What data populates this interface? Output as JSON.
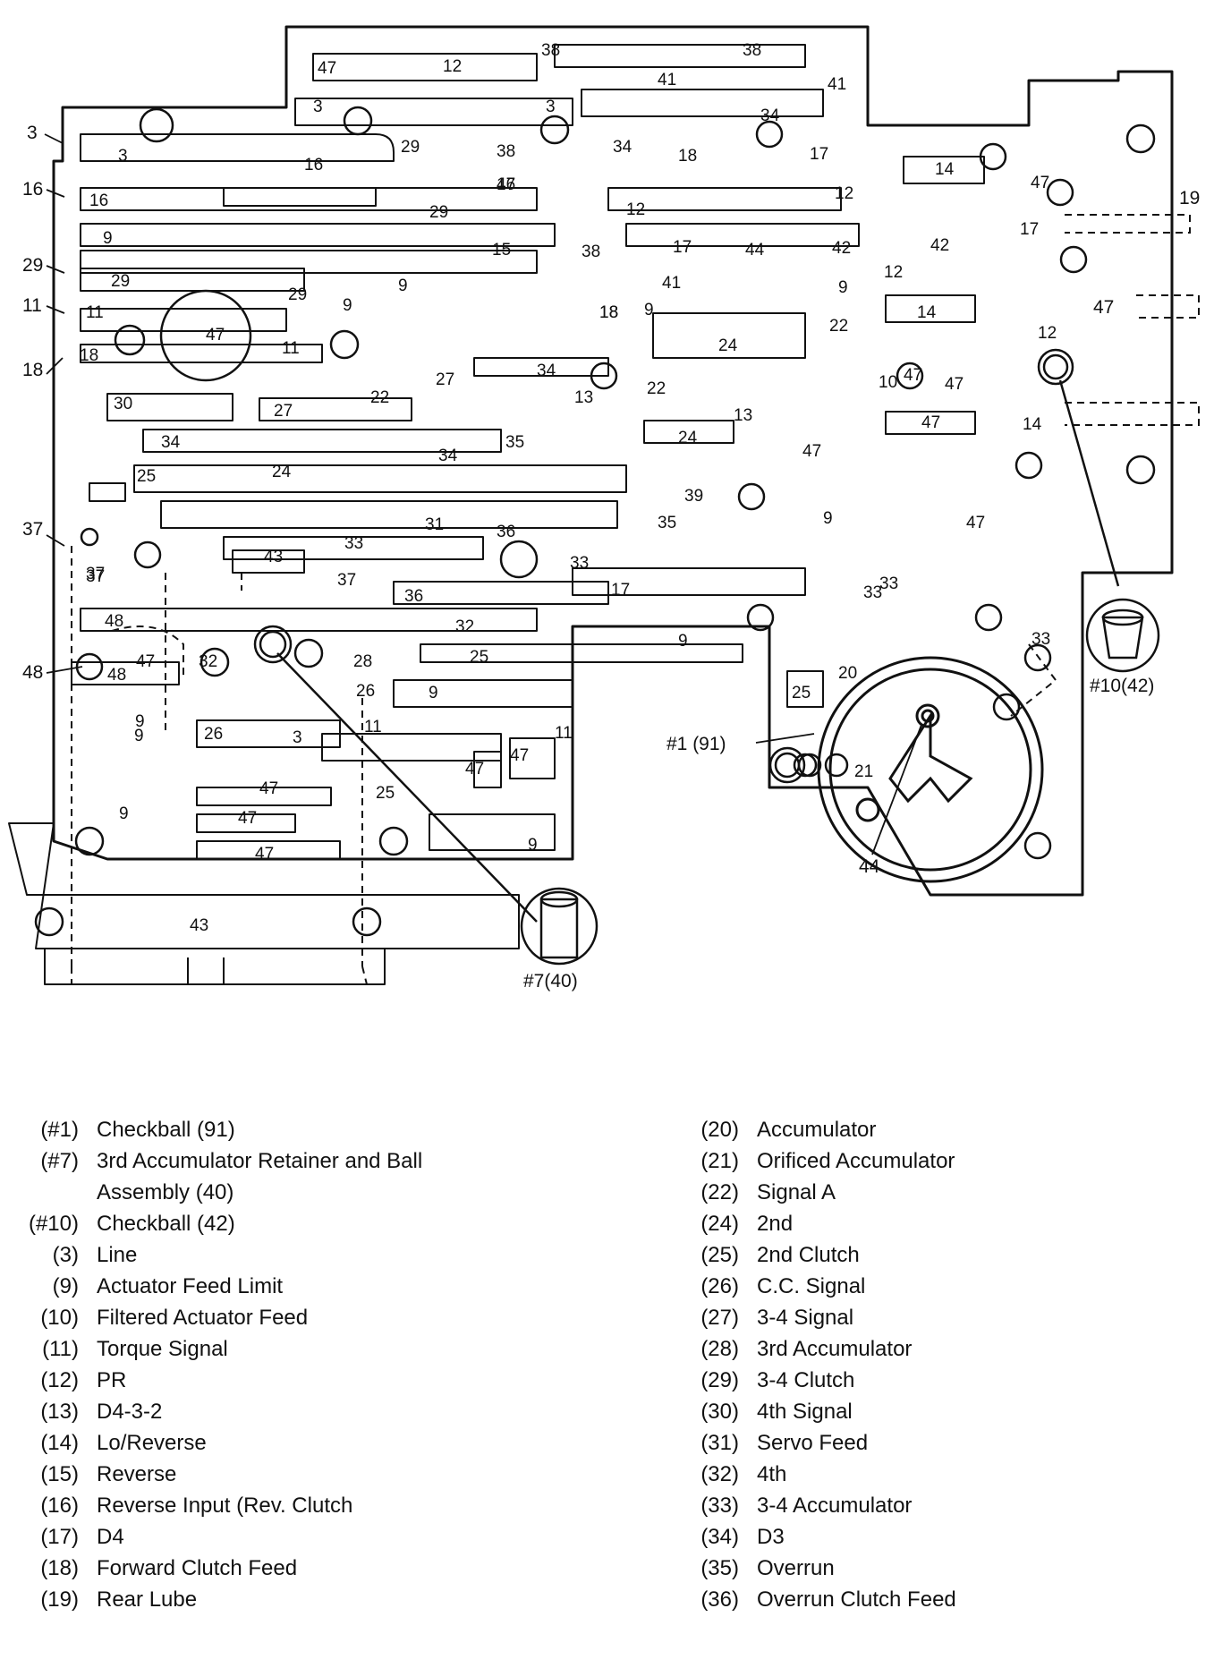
{
  "colors": {
    "ink": "#111111",
    "background": "#ffffff"
  },
  "diagram": {
    "channel_numbers": [
      "47",
      "12",
      "38",
      "38",
      "41",
      "41",
      "3",
      "3",
      "34",
      "3",
      "29",
      "38",
      "34",
      "18",
      "17",
      "14",
      "47",
      "16",
      "16",
      "47",
      "16",
      "29",
      "12",
      "12",
      "17",
      "9",
      "15",
      "38",
      "17",
      "42",
      "42",
      "12",
      "41",
      "44",
      "9",
      "29",
      "29",
      "9",
      "9",
      "18",
      "9",
      "14",
      "24",
      "22",
      "12",
      "47",
      "11",
      "11",
      "47",
      "18",
      "18",
      "34",
      "27",
      "13",
      "22",
      "10",
      "47",
      "30",
      "27",
      "22",
      "13",
      "47",
      "34",
      "34",
      "35",
      "24",
      "14",
      "47",
      "25",
      "24",
      "39",
      "9",
      "47",
      "37",
      "31",
      "33",
      "36",
      "35",
      "33",
      "43",
      "37",
      "33",
      "37",
      "36",
      "17",
      "33",
      "48",
      "32",
      "25",
      "9",
      "33",
      "47",
      "32",
      "28",
      "26",
      "20",
      "48",
      "9",
      "9",
      "25",
      "9",
      "26",
      "3",
      "11",
      "11",
      "47",
      "47",
      "47",
      "25",
      "21",
      "9",
      "47",
      "9",
      "47",
      "43"
    ],
    "callouts": {
      "left": [
        "3",
        "16",
        "29",
        "11",
        "18",
        "37",
        "48"
      ],
      "right": [
        "19",
        "47"
      ],
      "checkball_1": "#1 (91)",
      "checkball_7": "#7(40)",
      "checkball_10": "#10(42)",
      "item_44": "44"
    }
  },
  "legend": {
    "left": [
      {
        "code": "(#1)",
        "label": "Checkball (91)"
      },
      {
        "code": "(#7)",
        "label": "3rd Accumulator Retainer and Ball\nAssembly (40)"
      },
      {
        "code": "(#10)",
        "label": "Checkball (42)"
      },
      {
        "code": "(3)",
        "label": "Line"
      },
      {
        "code": "(9)",
        "label": "Actuator Feed Limit"
      },
      {
        "code": "(10)",
        "label": "Filtered Actuator Feed"
      },
      {
        "code": "(11)",
        "label": "Torque Signal"
      },
      {
        "code": "(12)",
        "label": "PR"
      },
      {
        "code": "(13)",
        "label": "D4-3-2"
      },
      {
        "code": "(14)",
        "label": "Lo/Reverse"
      },
      {
        "code": "(15)",
        "label": "Reverse"
      },
      {
        "code": "(16)",
        "label": "Reverse Input (Rev. Clutch"
      },
      {
        "code": "(17)",
        "label": "D4"
      },
      {
        "code": "(18)",
        "label": "Forward Clutch Feed"
      },
      {
        "code": "(19)",
        "label": "Rear Lube"
      }
    ],
    "right": [
      {
        "code": "(20)",
        "label": "Accumulator"
      },
      {
        "code": "(21)",
        "label": "Orificed Accumulator"
      },
      {
        "code": "(22)",
        "label": "Signal A"
      },
      {
        "code": "(24)",
        "label": "2nd"
      },
      {
        "code": "(25)",
        "label": "2nd Clutch"
      },
      {
        "code": "(26)",
        "label": "C.C. Signal"
      },
      {
        "code": "(27)",
        "label": "3-4 Signal"
      },
      {
        "code": "(28)",
        "label": "3rd Accumulator"
      },
      {
        "code": "(29)",
        "label": "3-4 Clutch"
      },
      {
        "code": "(30)",
        "label": "4th Signal"
      },
      {
        "code": "(31)",
        "label": "Servo Feed"
      },
      {
        "code": "(32)",
        "label": "4th"
      },
      {
        "code": "(33)",
        "label": "3-4 Accumulator"
      },
      {
        "code": "(34)",
        "label": "D3"
      },
      {
        "code": "(35)",
        "label": "Overrun"
      },
      {
        "code": "(36)",
        "label": "Overrun Clutch Feed"
      }
    ]
  }
}
